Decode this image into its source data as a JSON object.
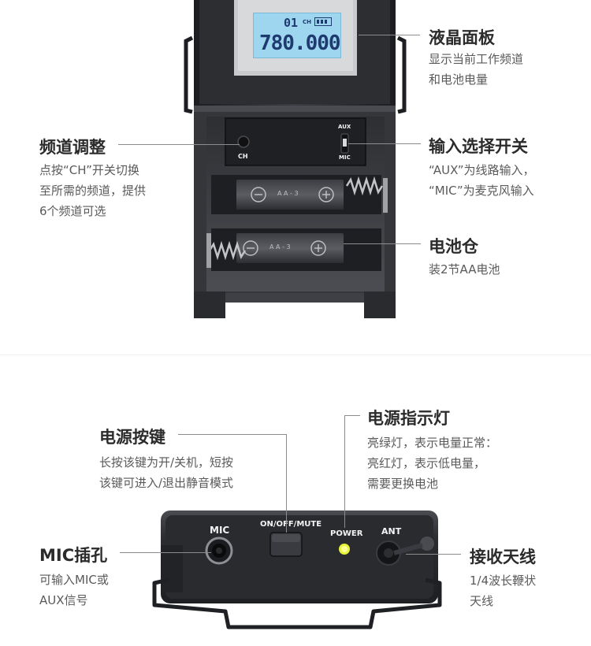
{
  "lcd": {
    "channel": "01",
    "ch_label": "CH",
    "frequency": "780.000"
  },
  "top_device": {
    "ch_button_label": "CH",
    "switch_aux_label": "AUX",
    "switch_mic_label": "MIC",
    "battery_marking": "A A - 3"
  },
  "bottom_device": {
    "mic_label": "MIC",
    "onoff_label": "ON/OFF/MUTE",
    "power_label": "POWER",
    "ant_label": "ANT"
  },
  "callouts": {
    "lcd_panel": {
      "title": "液晶面板",
      "lines": [
        "显示当前工作频道",
        "和电池电量"
      ]
    },
    "channel_adjust": {
      "title": "频道调整",
      "lines": [
        "点按“CH”开关切换",
        "至所需的频道，提供",
        "6个频道可选"
      ]
    },
    "input_switch": {
      "title": "输入选择开关",
      "lines": [
        "“AUX”为线路输入，",
        "“MIC”为麦克风输入"
      ]
    },
    "battery_compartment": {
      "title": "电池仓",
      "lines": [
        "装2节AA电池"
      ]
    },
    "power_button": {
      "title": "电源按键",
      "lines": [
        "长按该键为开/关机，短按",
        "该键可进入/退出静音模式"
      ]
    },
    "power_indicator": {
      "title": "电源指示灯",
      "lines": [
        "亮绿灯，表示电量正常：",
        "亮红灯，表示低电量，",
        "需要更换电池"
      ]
    },
    "mic_jack": {
      "title": "MIC插孔",
      "lines": [
        "可输入MIC或",
        "AUX信号"
      ]
    },
    "antenna": {
      "title": "接收天线",
      "lines": [
        "1/4波长鞭状",
        "天线"
      ]
    }
  },
  "colors": {
    "lcd_background": "#9ed6f0",
    "lcd_text": "#1e3a6e",
    "power_led": "#e8f43a",
    "device_body": "#2a2b2f"
  }
}
